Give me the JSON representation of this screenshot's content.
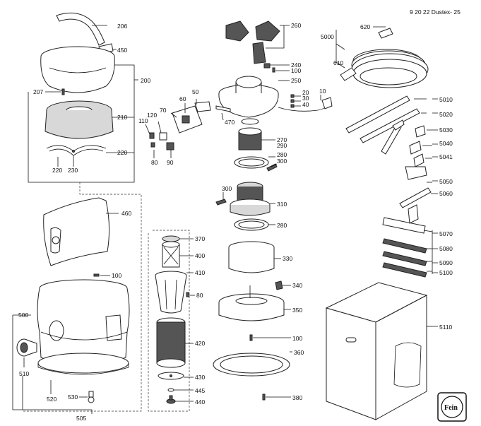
{
  "header": {
    "code": "9 20 22 Dustex- 25"
  },
  "labels": {
    "l206": "206",
    "l450": "450",
    "l200": "200",
    "l207": "207",
    "l210": "210",
    "l220a": "220",
    "l220b": "220",
    "l230": "230",
    "l460": "460",
    "l100a": "100",
    "l500": "500",
    "l510": "510",
    "l520": "520",
    "l530": "530",
    "l505": "505",
    "l260": "260",
    "l240": "240",
    "l100b": "100",
    "l250": "250",
    "l50": "50",
    "l60": "60",
    "l70": "70",
    "l120": "120",
    "l110": "110",
    "l80a": "80",
    "l90": "90",
    "l470": "470",
    "l20": "20",
    "l30": "30",
    "l40": "40",
    "l10": "10",
    "l270": "270",
    "l290": "290",
    "l280a": "280",
    "l300a": "300",
    "l300b": "300",
    "l310": "310",
    "l280b": "280",
    "l370": "370",
    "l400": "400",
    "l410": "410",
    "l80b": "80",
    "l420": "420",
    "l430": "430",
    "l445": "445",
    "l440": "440",
    "l330": "330",
    "l340": "340",
    "l350": "350",
    "l100c": "100",
    "l360": "360",
    "l380": "380",
    "l620": "620",
    "l5000": "5000",
    "l610": "610",
    "l5010": "5010",
    "l5020": "5020",
    "l5030": "5030",
    "l5040": "5040",
    "l5041": "5041",
    "l5050": "5050",
    "l5060": "5060",
    "l5070": "5070",
    "l5080": "5080",
    "l5090": "5090",
    "l5100": "5100",
    "l5110": "5110"
  },
  "logo": {
    "name": "fein-logo-icon",
    "text": "Fein"
  }
}
